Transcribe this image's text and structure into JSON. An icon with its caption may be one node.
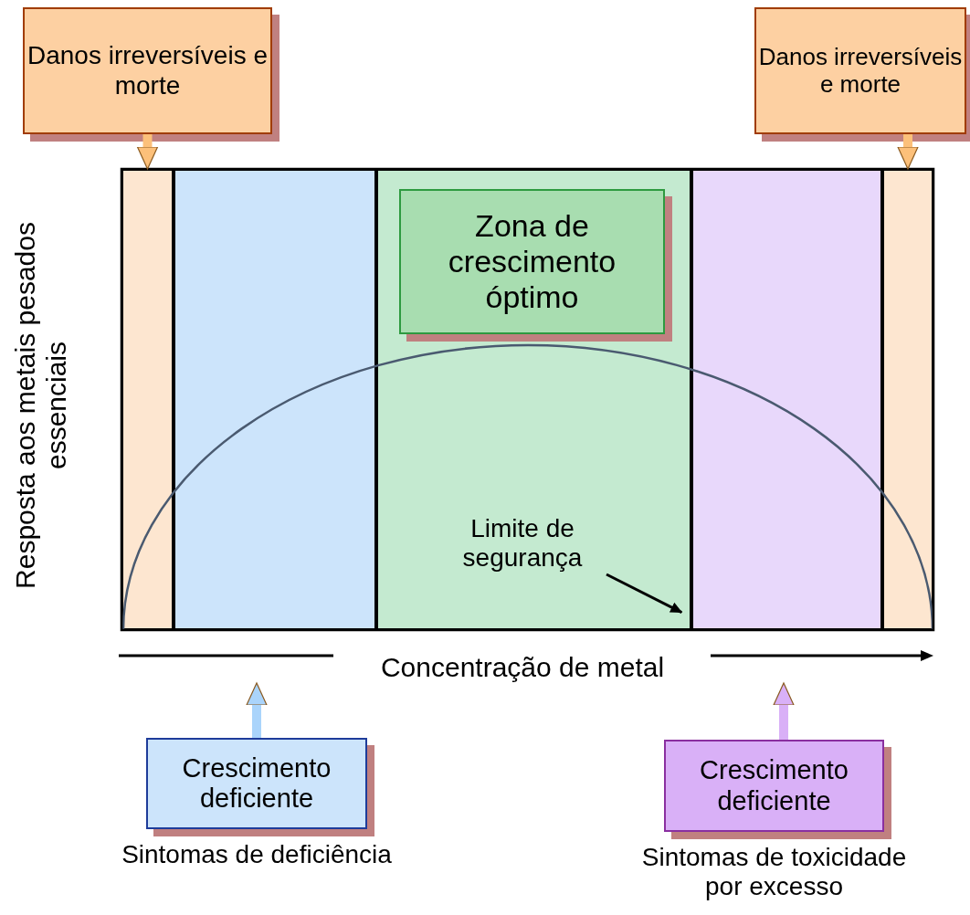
{
  "diagram": {
    "nodes": [
      {
        "text": [
          "Danos irreversíveis e morte"
        ]
      },
      {
        "text": [
          "Danos irreversíveis e morte"
        ]
      },
      {
        "text": [],
        "shape": "bar"
      },
      {
        "text": [],
        "shape": "bar"
      },
      {
        "text": [],
        "shape": "bar"
      },
      {
        "text": [],
        "shape": "bar"
      },
      {
        "text": [],
        "shape": "bar"
      },
      {
        "text": [
          "Zona de crescimento óptimo"
        ],
        "in": 4
      },
      {
        "text": [
          "Limite de segurança"
        ],
        "in": 4
      },
      {
        "text": [
          "Crescimento deficiente"
        ],
        "beside": [
          "Sintomas de deficiência"
        ]
      },
      {
        "text": [
          "Crescimento deficiente"
        ],
        "beside": [
          "Sintomas de toxicidade por excesso"
        ]
      }
    ],
    "edges": [
      {
        "from": 0,
        "to": 2,
        "arrow": "to",
        "color": "#fcc07a"
      },
      {
        "from": 1,
        "to": 6,
        "arrow": "to",
        "color": "#fcc07a"
      },
      {
        "from": 8,
        "to": 5,
        "arrow": "to",
        "color": "#000000"
      },
      {
        "from": 9,
        "to": null,
        "arrow": "to",
        "color": "#aad4fb"
      },
      {
        "from": 10,
        "to": null,
        "arrow": "to",
        "color": "#d9b0f7"
      }
    ],
    "labels": [
      "Resposta aos metais pesados essenciais",
      "Concentração de metal"
    ]
  }
}
